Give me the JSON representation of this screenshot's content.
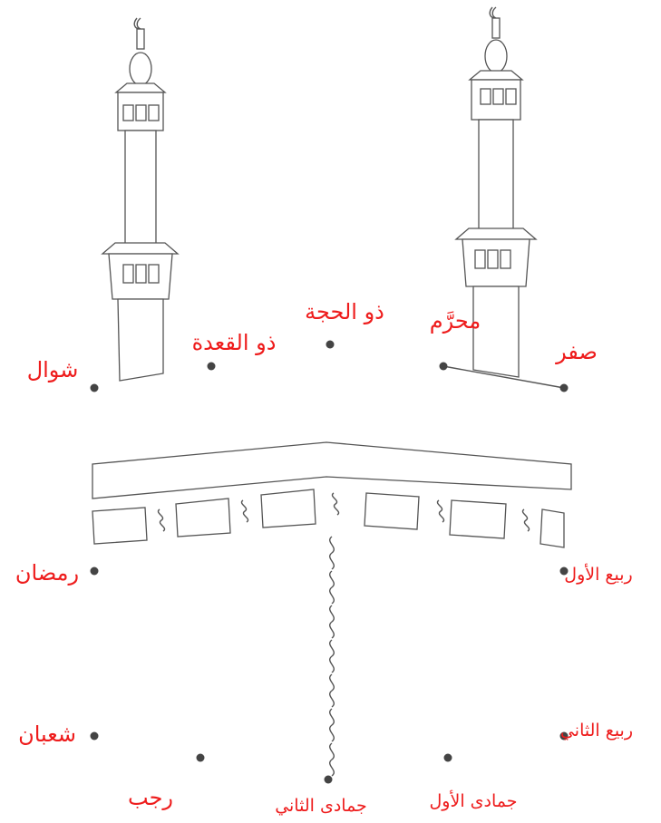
{
  "colors": {
    "label": "#ee1c1c",
    "dot": "#444444",
    "outline": "#555555"
  },
  "months": {
    "muharram": "محرَّم",
    "safar": "صفر",
    "rabi_al_awwal": "ربيع الأول",
    "rabi_al_thani": "ربيع الثاني",
    "jumada_al_ula": "جمادى الأول",
    "jumada_al_thani": "جمادى الثاني",
    "rajab": "رجب",
    "shaban": "شعبان",
    "ramadan": "رمضان",
    "shawwal": "شوال",
    "dhu_al_qadah": "ذو القعدة",
    "dhu_al_hijjah": "ذو الحجة"
  },
  "icons": {
    "minaret": "minaret-icon",
    "crescent": "crescent-icon",
    "kaaba": "kaaba-icon",
    "ornament": "figure-eight-ornament-icon"
  }
}
